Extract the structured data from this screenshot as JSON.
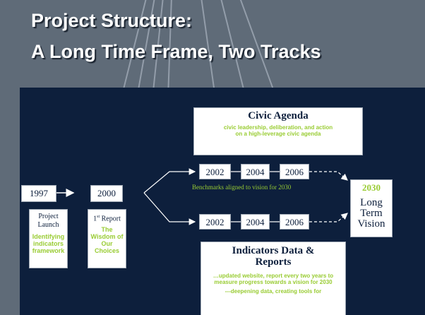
{
  "slide": {
    "title_line1": "Project Structure:",
    "title_line2": "A Long Time Frame, Two Tracks"
  },
  "civic": {
    "title": "Civic Agenda",
    "desc": "civic leadership, deliberation, and action on a high-leverage civic agenda"
  },
  "years": {
    "start": "1997",
    "second": "2000",
    "top": [
      "2002",
      "2004",
      "2006"
    ],
    "bottom": [
      "2002",
      "2004",
      "2006"
    ]
  },
  "benchmarks": "Benchmarks aligned to vision for 2030",
  "vision": {
    "year": "2030",
    "l1": "Long",
    "l2": "Term",
    "l3": "Vision"
  },
  "launch": {
    "l1": "Project",
    "l2": "Launch",
    "sub": "Identifying indicators framework"
  },
  "report": {
    "prefix": "1",
    "sup": "st",
    "suffix": " Report",
    "sub": "The Wisdom of Our Choices"
  },
  "indicators": {
    "title": "Indicators Data & Reports",
    "desc1": "…updated website, report every two years to measure progress towards a vision for 2030",
    "desc2": "---deepening data, creating tools for"
  },
  "colors": {
    "background": "#5f6b78",
    "panel": "#0d1f3c",
    "accent": "#99cc33",
    "title": "#ffffff"
  }
}
